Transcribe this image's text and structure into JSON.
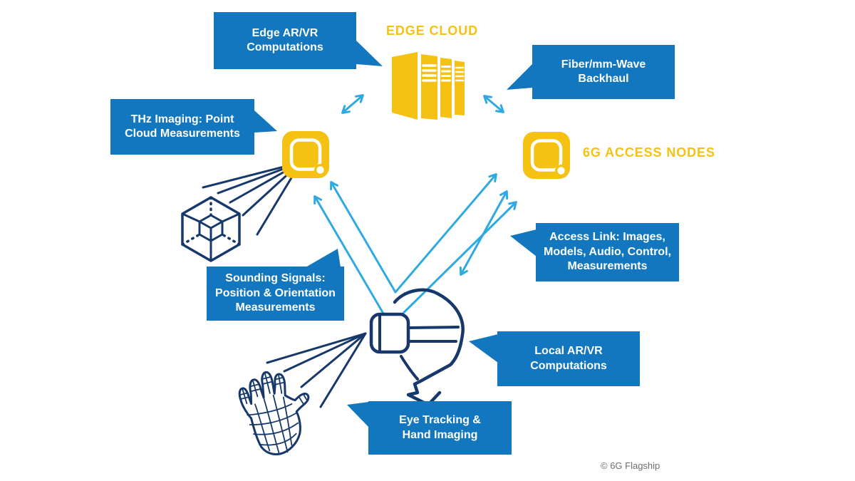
{
  "headings": {
    "edge_cloud": "EDGE CLOUD",
    "access_nodes": "6G ACCESS NODES"
  },
  "callouts": {
    "edge_arvr": "Edge AR/VR\nComputations",
    "fiber_backhaul": "Fiber/mm-Wave\nBackhaul",
    "thz_imaging": "THz Imaging: Point\nCloud Measurements",
    "sounding": "Sounding Signals:\nPosition & Orientation\nMeasurements",
    "access_link": "Access Link: Images,\nModels, Audio, Control,\nMeasurements",
    "local_arvr": "Local AR/VR\nComputations",
    "eye_hand": "Eye Tracking &\nHand Imaging"
  },
  "footer": {
    "copyright": "© 6G Flagship"
  },
  "icons": {
    "edge_cloud": "server-rack-icon",
    "access_node_left": "access-point-icon",
    "access_node_right": "access-point-icon",
    "user": "vr-headset-head-icon",
    "hand": "wireframe-hand-icon",
    "scanned_object": "wireframe-cube-icon"
  },
  "palette": {
    "callout_blue": "#1277BE",
    "accent_yellow": "#F5C113",
    "line_navy": "#17386B",
    "arrow_blue": "#2FA9E1",
    "footer_gray": "#6D6E71",
    "background": "#FFFFFF"
  }
}
